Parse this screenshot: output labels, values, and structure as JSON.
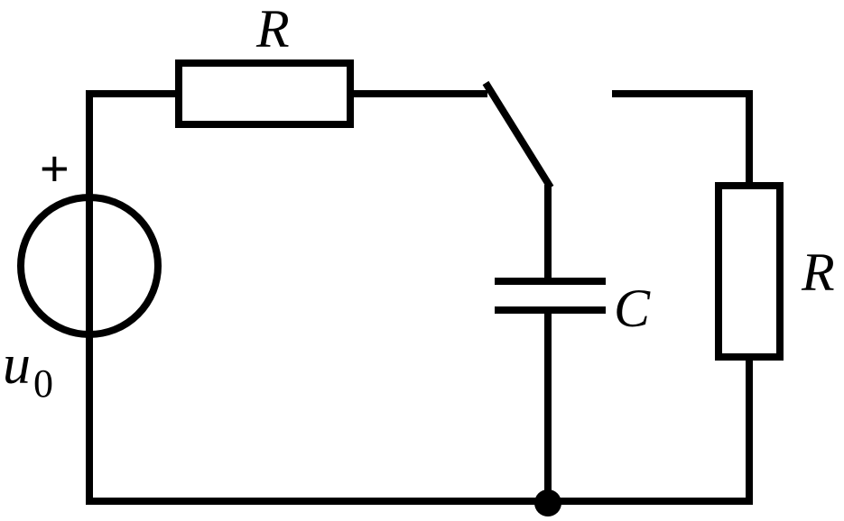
{
  "diagram": {
    "type": "circuit-schematic",
    "labels": {
      "resistor_top": "R",
      "resistor_right": "R",
      "capacitor": "C",
      "source": "u",
      "source_subscript": "0",
      "source_polarity": "+"
    },
    "components": [
      {
        "kind": "voltage-source",
        "label": "u0"
      },
      {
        "kind": "resistor",
        "label": "R",
        "position": "top"
      },
      {
        "kind": "switch",
        "state": "open-to-right-branch"
      },
      {
        "kind": "capacitor",
        "label": "C"
      },
      {
        "kind": "resistor",
        "label": "R",
        "position": "right"
      }
    ],
    "colors": {
      "line": "#000000",
      "background": "#ffffff"
    }
  }
}
